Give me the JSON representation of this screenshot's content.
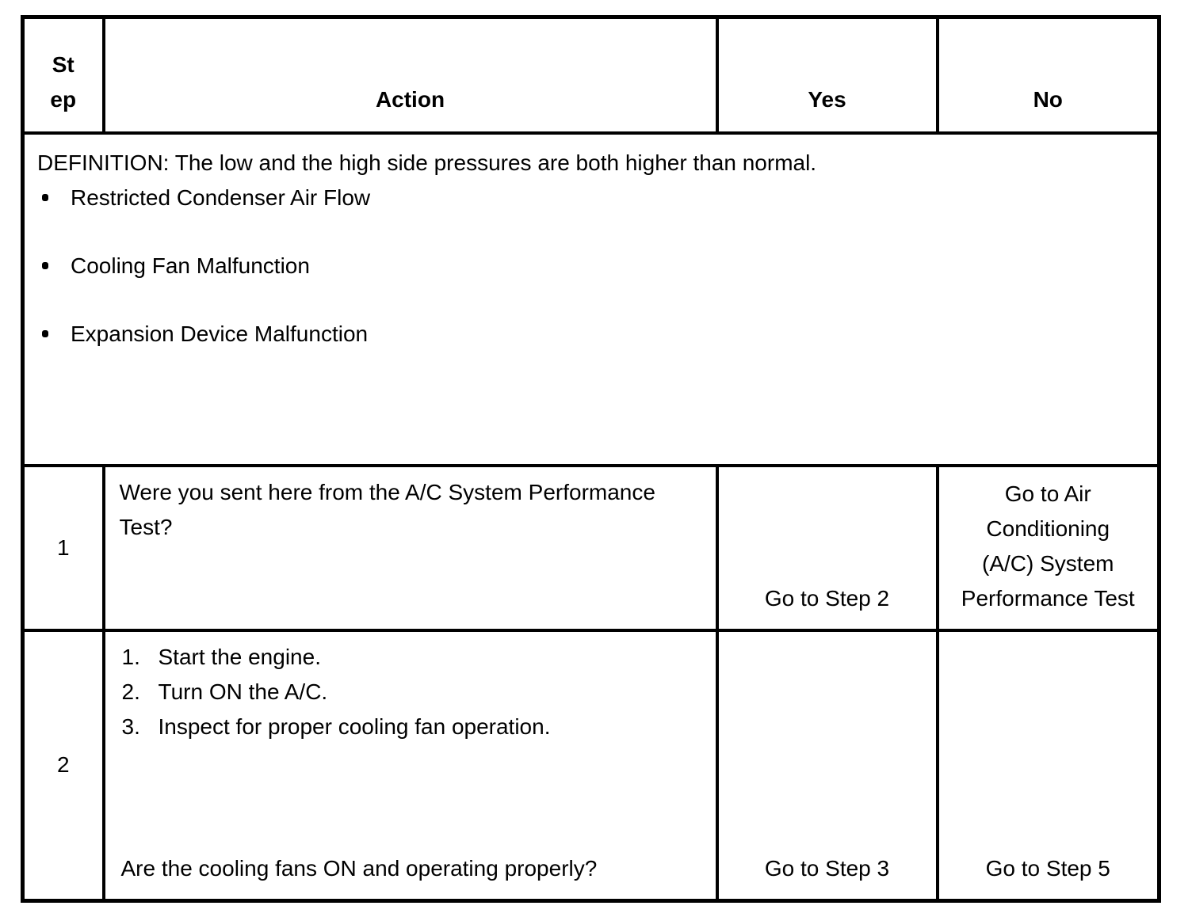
{
  "page": {
    "background": "#ffffff",
    "text_color": "#000000",
    "border_color": "#000000"
  },
  "table": {
    "headers": {
      "step": "St\nep",
      "action": "Action",
      "yes": "Yes",
      "no": "No"
    },
    "definition": {
      "text": "DEFINITION: The low and the high side pressures are both higher than normal.",
      "bullets": [
        "Restricted Condenser Air Flow",
        "Cooling Fan Malfunction",
        "Expansion Device Malfunction"
      ]
    },
    "rows": [
      {
        "step": "1",
        "question": "Were you sent here from the A/C System Performance\nTest?",
        "yes": "Go to Step 2",
        "no": "Go to Air\nConditioning\n(A/C) System\nPerformance Test"
      },
      {
        "step": "2",
        "steps": [
          {
            "num": "1.",
            "text": "Start the engine."
          },
          {
            "num": "2.",
            "text": "Turn ON the A/C."
          },
          {
            "num": "3.",
            "text": "Inspect for proper cooling fan operation."
          }
        ],
        "question": "Are the cooling fans ON and operating properly?",
        "yes": "Go to Step 3",
        "no": "Go to Step 5"
      }
    ]
  }
}
